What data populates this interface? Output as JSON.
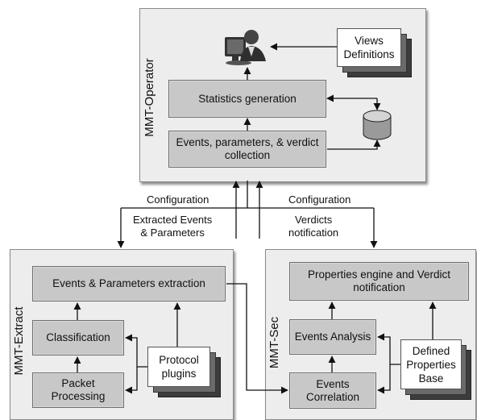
{
  "operator": {
    "title": "MMT-Operator",
    "views_definitions": "Views\nDefinitions",
    "statistics_generation": "Statistics generation",
    "events_collection": "Events, parameters, & verdict\ncollection"
  },
  "flow": {
    "configuration_left": "Configuration",
    "configuration_right": "Configuration",
    "extracted_events": "Extracted Events\n& Parameters",
    "verdicts_notification": "Verdicts\nnotification"
  },
  "extract": {
    "title": "MMT-Extract",
    "events_params_extraction": "Events & Parameters extraction",
    "classification": "Classification",
    "packet_processing": "Packet\nProcessing",
    "protocol_plugins": "Protocol\nplugins"
  },
  "sec": {
    "title": "MMT-Sec",
    "properties_engine": "Properties engine and Verdict\nnotification",
    "events_analysis": "Events Analysis",
    "events_correlation": "Events\nCorrelation",
    "defined_properties_base": "Defined\nProperties\nBase"
  }
}
